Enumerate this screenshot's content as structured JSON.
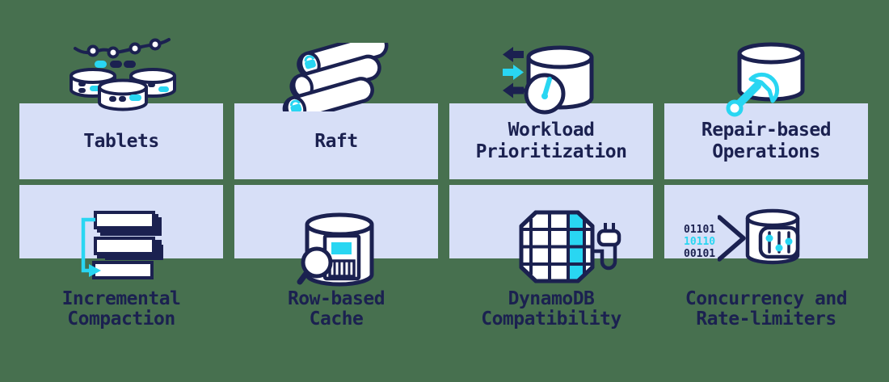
{
  "colors": {
    "page_bg": "#47704f",
    "card_bg": "#d7dff7",
    "navy": "#1b2150",
    "cyan": "#29d6f2",
    "white": "#ffffff"
  },
  "features": {
    "top": [
      {
        "id": "tablets",
        "lines": [
          "Tablets"
        ],
        "icon": "database-cluster-icon"
      },
      {
        "id": "raft",
        "lines": [
          "Raft"
        ],
        "icon": "raft-logs-icon"
      },
      {
        "id": "workload-prioritization",
        "lines": [
          "Workload",
          "Prioritization"
        ],
        "icon": "database-gauge-icon"
      },
      {
        "id": "repair-based-operations",
        "lines": [
          "Repair-based",
          "Operations"
        ],
        "icon": "database-wrench-icon"
      }
    ],
    "bottom": [
      {
        "id": "incremental-compaction",
        "lines": [
          "Incremental",
          "Compaction"
        ],
        "icon": "layered-compaction-icon"
      },
      {
        "id": "row-based-cache",
        "lines": [
          "Row-based",
          "Cache"
        ],
        "icon": "database-magnifier-icon"
      },
      {
        "id": "dynamodb-compatibility",
        "lines": [
          "DynamoDB",
          "Compatibility"
        ],
        "icon": "dynamodb-plug-icon"
      },
      {
        "id": "concurrency-rate-limiters",
        "lines": [
          "Concurrency and",
          "Rate-limiters"
        ],
        "icon": "binary-sliders-icon"
      }
    ]
  },
  "concurrency_binary": {
    "line1": "01101",
    "line2": "10110",
    "line3": "00101"
  }
}
